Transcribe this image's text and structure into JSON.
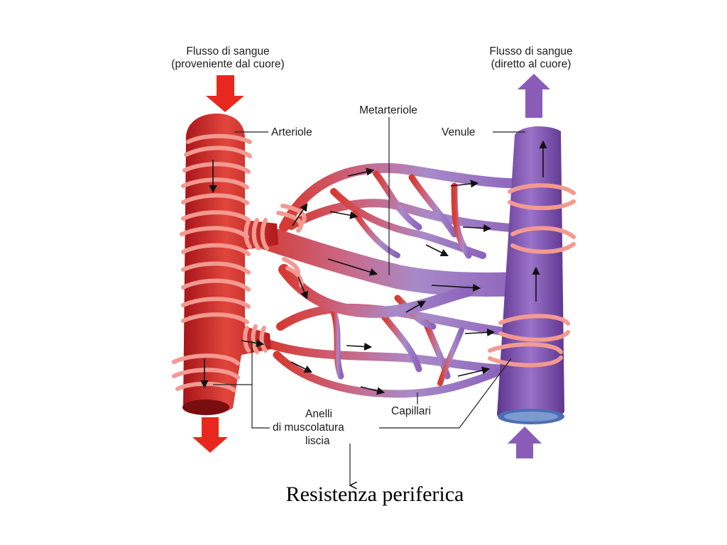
{
  "labels": {
    "inflow_line1": "Flusso di sangue",
    "inflow_line2": "(proveniente dal cuore)",
    "outflow_line1": "Flusso di sangue",
    "outflow_line2": "(diretto al cuore)",
    "metarteriole": "Metarteriole",
    "arteriole": "Arteriole",
    "venule": "Venule",
    "rings_line1": "Anelli",
    "rings_line2": "di muscolatura",
    "rings_line3": "liscia",
    "capillaries": "Capillari",
    "caption": "Resistenza periferica"
  },
  "colors": {
    "arteriole": "#c8221f",
    "venule": "#7a4aa8",
    "muscle_ring": "#f29a92",
    "inflow_arrow": "#e8281e",
    "outflow_arrow": "#8a5cb8"
  }
}
